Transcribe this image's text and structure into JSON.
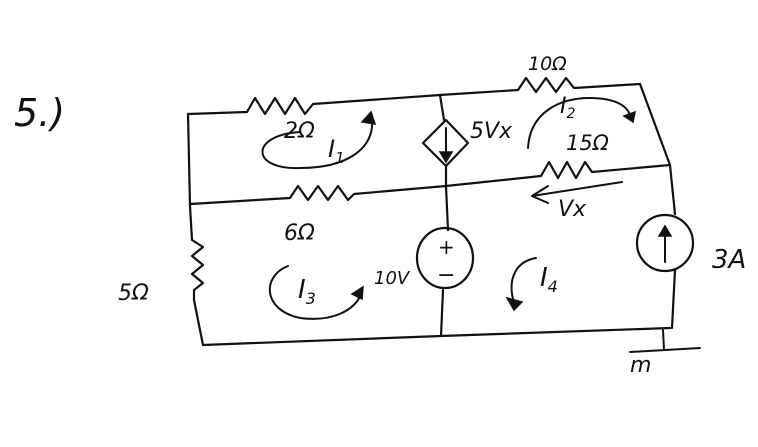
{
  "problem_number": "5.)",
  "resistors": {
    "r_2ohm": "2Ω",
    "r_10ohm": "10Ω",
    "r_15ohm": "15Ω",
    "r_6ohm": "6Ω",
    "r_5ohm": "5Ω"
  },
  "sources": {
    "dependent_current": "5Vx",
    "voltage_source": "10V",
    "voltage_plus": "+",
    "voltage_minus": "−",
    "current_source": "3A"
  },
  "voltage_label": "Vx",
  "mesh_currents": {
    "i1": {
      "name": "I",
      "sub": "1"
    },
    "i2": {
      "name": "I",
      "sub": "2"
    },
    "i3": {
      "name": "I",
      "sub": "3"
    },
    "i4": {
      "name": "I",
      "sub": "4"
    }
  },
  "ground_label": "m",
  "colors": {
    "ink": "#111111",
    "background": "#ffffff"
  }
}
